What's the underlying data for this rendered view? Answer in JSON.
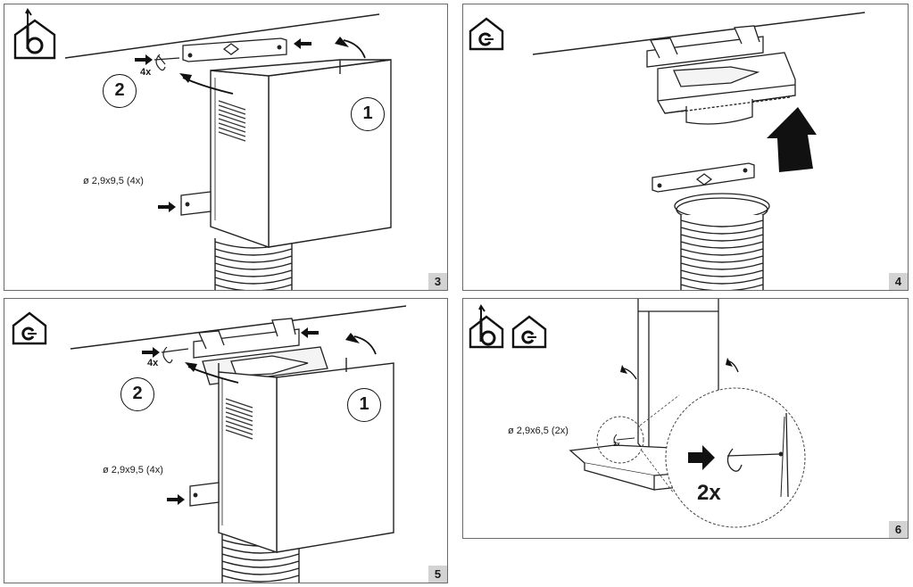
{
  "panels": [
    {
      "id": "p3",
      "step": "3",
      "circle_left": "2",
      "circle_right": "1",
      "screws_label": "4x",
      "screw_spec": "ø 2,9x9,5 (4x)",
      "mode_icon": "ducted-exhaust-icon"
    },
    {
      "id": "p4",
      "step": "4",
      "mode_icon": "recirculation-icon"
    },
    {
      "id": "p5",
      "step": "5",
      "circle_left": "2",
      "circle_right": "1",
      "screws_label": "4x",
      "screw_spec": "ø 2,9x9,5 (4x)",
      "mode_icon": "recirculation-icon"
    },
    {
      "id": "p6",
      "step": "6",
      "screw_spec": "ø 2,9x6,5 (2x)",
      "small_count": "2x",
      "big_count": "2x",
      "mode_icons": [
        "ducted-exhaust-icon",
        "recirculation-icon"
      ]
    }
  ]
}
